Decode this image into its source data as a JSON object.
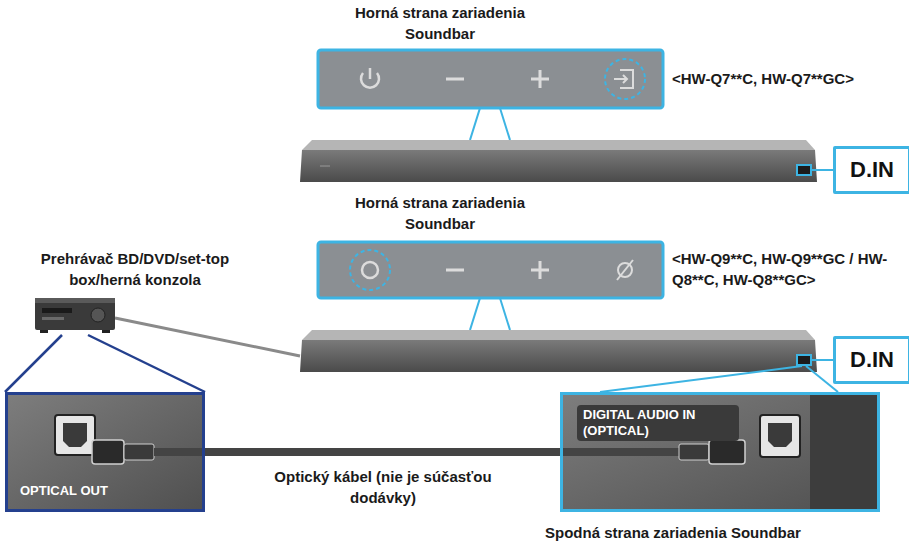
{
  "diagram": {
    "nodes": [
      {
        "text": [
          "D.IN"
        ]
      },
      {
        "text": [
          "D.IN"
        ]
      },
      {
        "text": [
          "OPTICAL OUT"
        ]
      },
      {
        "text": [
          "DIGITAL AUDIO IN (OPTICAL)"
        ]
      }
    ],
    "edges": [
      {
        "from": 2,
        "to": 3,
        "label": "Optický kábel (nie je súčasťou dodávky)",
        "arrow": "none"
      }
    ],
    "labels": [
      "Horná strana zariadenia Soundbar",
      "<HW-Q7**C, HW-Q7**GC>",
      "Horná strana zariadenia Soundbar",
      "<HW-Q9**C, HW-Q9**GC / HW-Q8**C, HW-Q8**GC>",
      "Prehrávač BD/DVD/set-top box/herná konzola",
      "Spodná strana zariadenia Soundbar"
    ]
  }
}
